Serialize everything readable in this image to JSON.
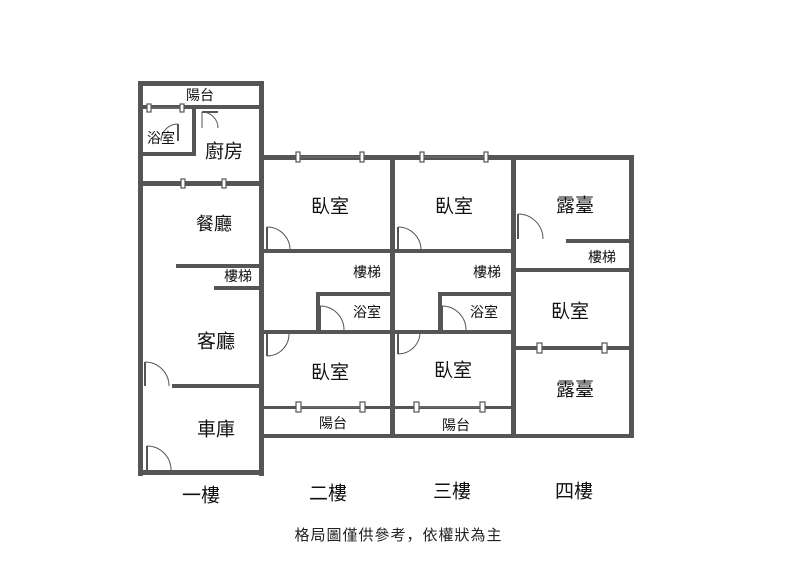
{
  "floors": [
    {
      "label": "一樓"
    },
    {
      "label": "二樓"
    },
    {
      "label": "三樓"
    },
    {
      "label": "四樓"
    }
  ],
  "rooms": {
    "f1_balcony": "陽台",
    "f1_bath": "浴室",
    "f1_kitchen": "廚房",
    "f1_dining": "餐廳",
    "f1_stairs": "樓梯",
    "f1_living": "客廳",
    "f1_garage": "車庫",
    "f2_bedroom_top": "臥室",
    "f2_stairs": "樓梯",
    "f2_bath": "浴室",
    "f2_bedroom_bottom": "臥室",
    "f2_balcony": "陽台",
    "f3_bedroom_top": "臥室",
    "f3_stairs": "樓梯",
    "f3_bath": "浴室",
    "f3_bedroom_bottom": "臥室",
    "f3_balcony": "陽台",
    "f4_terrace_top": "露臺",
    "f4_stairs": "樓梯",
    "f4_bedroom": "臥室",
    "f4_terrace_bottom": "露臺"
  },
  "disclaimer": "格局圖僅供參考，依權狀為主"
}
